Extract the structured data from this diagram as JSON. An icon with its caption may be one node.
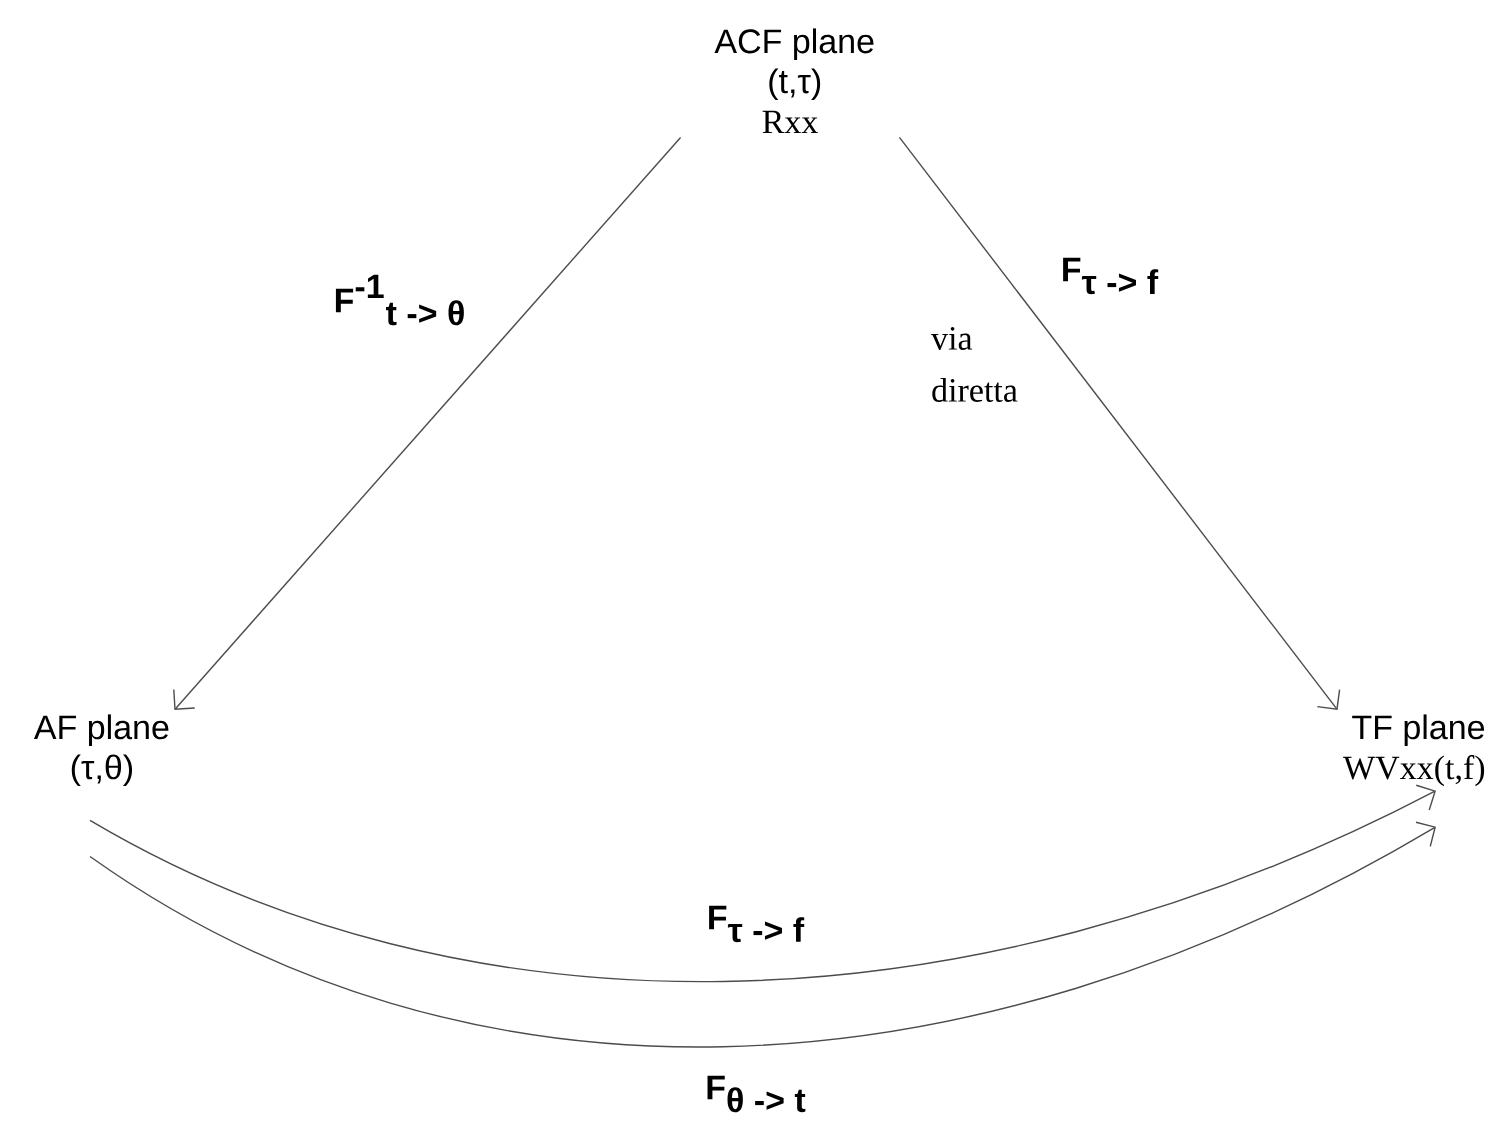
{
  "diagram": {
    "nodes": [
      {
        "text": [
          "ACF plane",
          "(t,τ)",
          "Rxx"
        ]
      },
      {
        "text": [
          "AF plane",
          "(τ,θ)"
        ]
      },
      {
        "text": [
          "TF plane",
          "WVxx(t,f)"
        ]
      }
    ],
    "edges": [
      {
        "from": 0,
        "to": 1,
        "arrow": "to",
        "label": "\\textbf{F}^{\\textbf{-1}}{}_{\\textbf{t -> θ}}"
      },
      {
        "from": 0,
        "to": 2,
        "arrow": "to",
        "label": "\\textbf{F}_{\\textbf{τ -> f}}"
      },
      {
        "from": 1,
        "to": 2,
        "arrow": "to",
        "label": "\\textbf{F}_{\\textbf{τ -> f}}"
      },
      {
        "from": 1,
        "to": 2,
        "arrow": "to",
        "label": "\\textbf{F}_{\\textbf{θ -> t}}"
      }
    ],
    "labels": [
      "via diretta"
    ]
  }
}
